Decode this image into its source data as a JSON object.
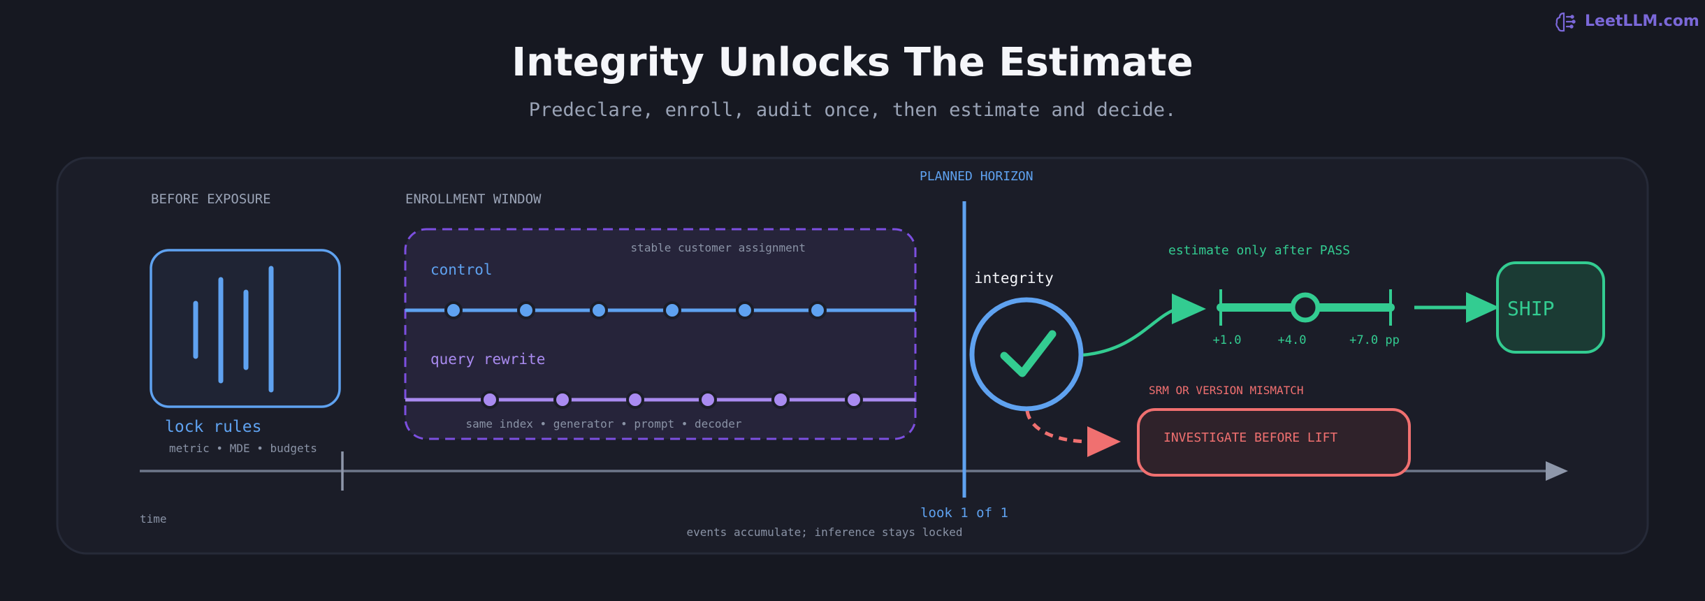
{
  "brand": {
    "text": "LeetLLM.com"
  },
  "header": {
    "title": "Integrity Unlocks The Estimate",
    "subtitle": "Predeclare, enroll, audit once, then estimate and decide."
  },
  "phases": {
    "before_exposure": "BEFORE EXPOSURE",
    "enrollment_window": "ENROLLMENT WINDOW",
    "planned_horizon": "PLANNED HORIZON"
  },
  "lock": {
    "label": "lock rules",
    "sublabel": "metric • MDE • budgets"
  },
  "enrollment": {
    "assignment_note": "stable customer assignment",
    "control_label": "control",
    "treatment_label": "query rewrite",
    "parity_note": "same index • generator • prompt • decoder"
  },
  "integrity": {
    "label": "integrity",
    "look": "look 1 of 1"
  },
  "estimate": {
    "label": "estimate only after PASS",
    "low": "+1.0",
    "point": "+4.0",
    "high": "+7.0 pp"
  },
  "ship": {
    "label": "SHIP"
  },
  "failure": {
    "label": "SRM OR VERSION MISMATCH",
    "action": "INVESTIGATE BEFORE LIFT"
  },
  "timeline": {
    "axis_label": "time",
    "caption": "events accumulate; inference stays locked"
  },
  "colors": {
    "background": "#161821",
    "panel": "#1b1d28",
    "blue": "#5fa2f0",
    "purple": "#a98bf0",
    "purple_dash": "#7c4fe0",
    "green": "#33cc91",
    "red": "#f07070",
    "text_light": "#f5f6fa",
    "text_muted": "#8a93a6"
  }
}
